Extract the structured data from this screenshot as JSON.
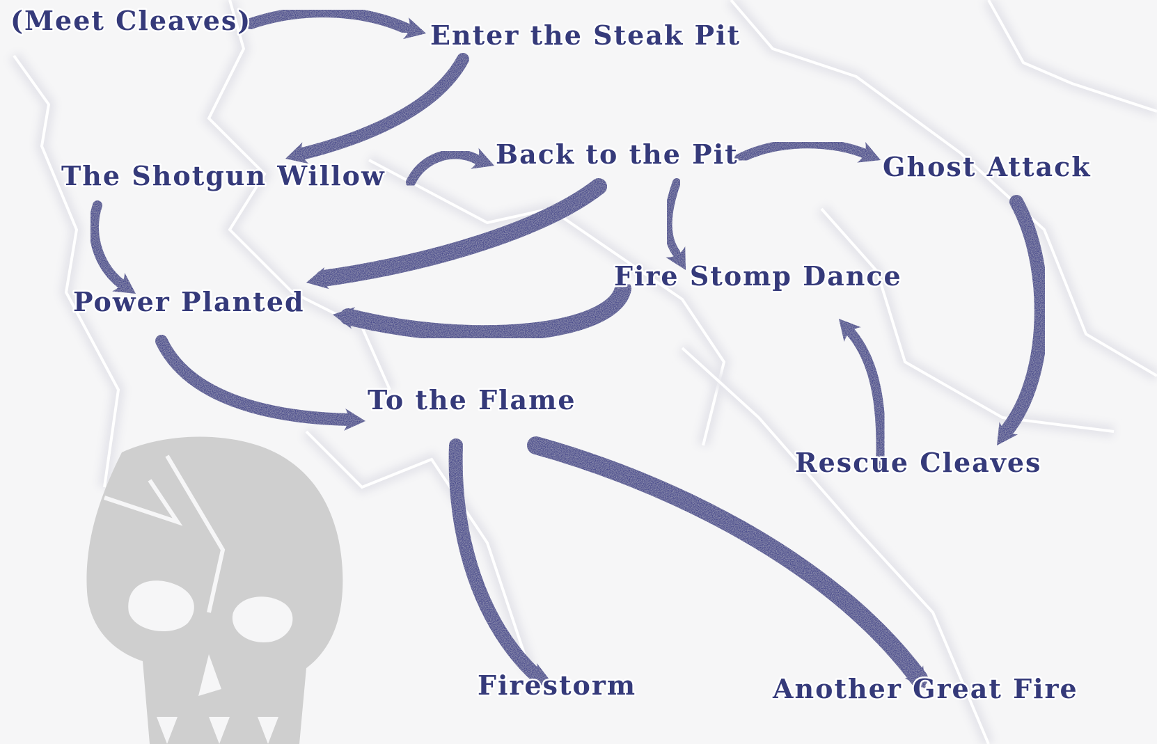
{
  "colors": {
    "ink": "#464a8c",
    "ink_dark": "#353a7a",
    "background": "#f6f6f7",
    "lightning": "#ffffff",
    "skull": "#cfcfcf",
    "skull_shadow": "#f6f6f7"
  },
  "nodes": [
    {
      "id": "meet-cleaves",
      "label": "(Meet Cleaves)"
    },
    {
      "id": "enter-steak-pit",
      "label": "Enter the Steak Pit"
    },
    {
      "id": "shotgun-willow",
      "label": "The Shotgun Willow"
    },
    {
      "id": "back-to-pit",
      "label": "Back to the Pit"
    },
    {
      "id": "ghost-attack",
      "label": "Ghost Attack"
    },
    {
      "id": "fire-stomp-dance",
      "label": "Fire Stomp Dance"
    },
    {
      "id": "power-planted",
      "label": "Power Planted"
    },
    {
      "id": "to-the-flame",
      "label": "To the Flame"
    },
    {
      "id": "rescue-cleaves",
      "label": "Rescue Cleaves"
    },
    {
      "id": "firestorm",
      "label": "Firestorm"
    },
    {
      "id": "another-great-fire",
      "label": "Another Great Fire"
    }
  ],
  "edges": [
    {
      "from": "meet-cleaves",
      "to": "enter-steak-pit"
    },
    {
      "from": "enter-steak-pit",
      "to": "shotgun-willow"
    },
    {
      "from": "shotgun-willow",
      "to": "back-to-pit"
    },
    {
      "from": "back-to-pit",
      "to": "ghost-attack"
    },
    {
      "from": "back-to-pit",
      "to": "power-planted"
    },
    {
      "from": "back-to-pit",
      "to": "fire-stomp-dance"
    },
    {
      "from": "shotgun-willow",
      "to": "power-planted"
    },
    {
      "from": "fire-stomp-dance",
      "to": "power-planted"
    },
    {
      "from": "ghost-attack",
      "to": "rescue-cleaves"
    },
    {
      "from": "rescue-cleaves",
      "to": "fire-stomp-dance"
    },
    {
      "from": "power-planted",
      "to": "to-the-flame"
    },
    {
      "from": "to-the-flame",
      "to": "firestorm"
    },
    {
      "from": "to-the-flame",
      "to": "another-great-fire"
    }
  ],
  "decorations": {
    "background_icon": "skull-icon",
    "background_effect": "lightning-bolts"
  }
}
